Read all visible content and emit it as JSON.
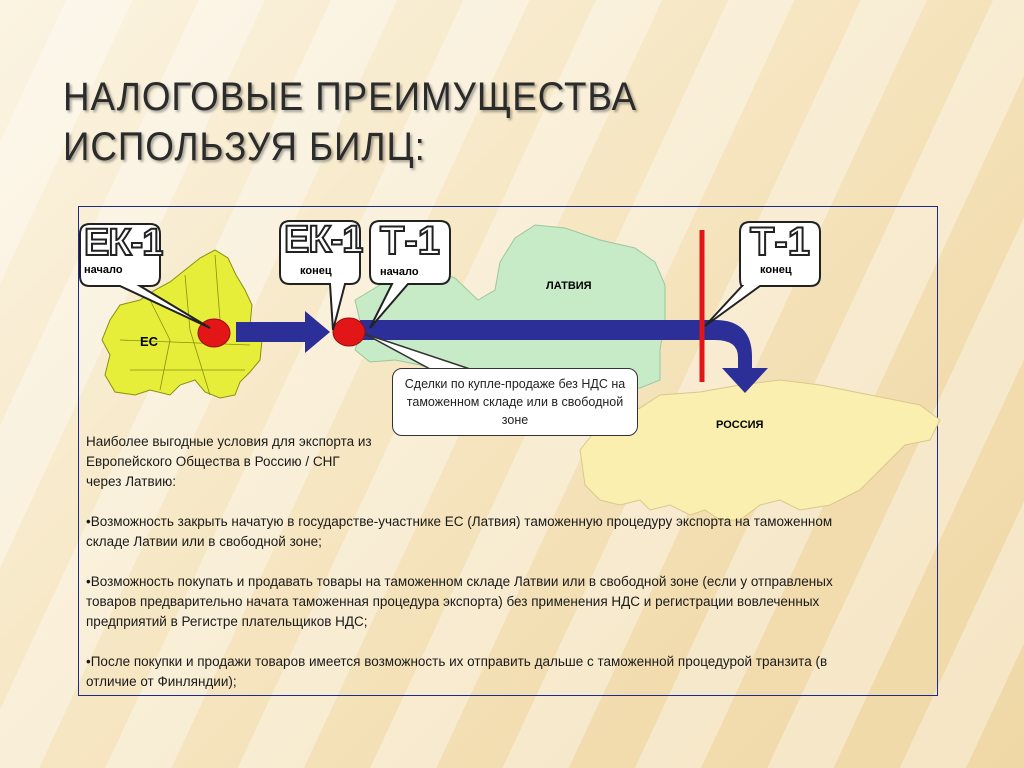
{
  "title": "НАЛОГОВЫЕ ПРЕИМУЩЕСТВА ИСПОЛЬЗУЯ БИЛЦ:",
  "callouts": [
    {
      "code": "ЕК-1",
      "sub": "начало"
    },
    {
      "code": "ЕК-1",
      "sub": "конец"
    },
    {
      "code": "Т-1",
      "sub": "начало"
    },
    {
      "code": "Т-1",
      "sub": "конец"
    }
  ],
  "regions": {
    "eu": "ЕС",
    "latvia": "ЛАТВИЯ",
    "russia": "РОССИЯ"
  },
  "speech": "Сделки по купле-продаже без НДС на таможенном складе или в свободной зоне",
  "lead": "Наиболее выгодные условия для экспорта из Европейского Общества в Россию / СНГ через Латвию:",
  "bullets": [
    "•Возможность закрыть начатую в государстве-участнике ЕС (Латвия) таможенную процедуру экспорта на таможенном складе Латвии или в свободной зоне;",
    "•Возможность покупать и продавать товары на таможенном складе Латвии или в свободной зоне (если у отправленых товаров предварительно начата таможенная процедура экспорта) без применения НДС и регистрации вовлеченных предприятий в Регистре плательщиков НДС;",
    "•После покупки и продажи товаров имеется возможность их отправить дальше с таможенной процедурой транзита (в отличие от Финляндии);"
  ],
  "colors": {
    "eu_map": "#e6ee3a",
    "latvia_map": "#c6ebc6",
    "russia_map": "#fbefb0",
    "arrow": "#2b2f97",
    "marker": "#e21616",
    "border_line": "#e21616"
  }
}
